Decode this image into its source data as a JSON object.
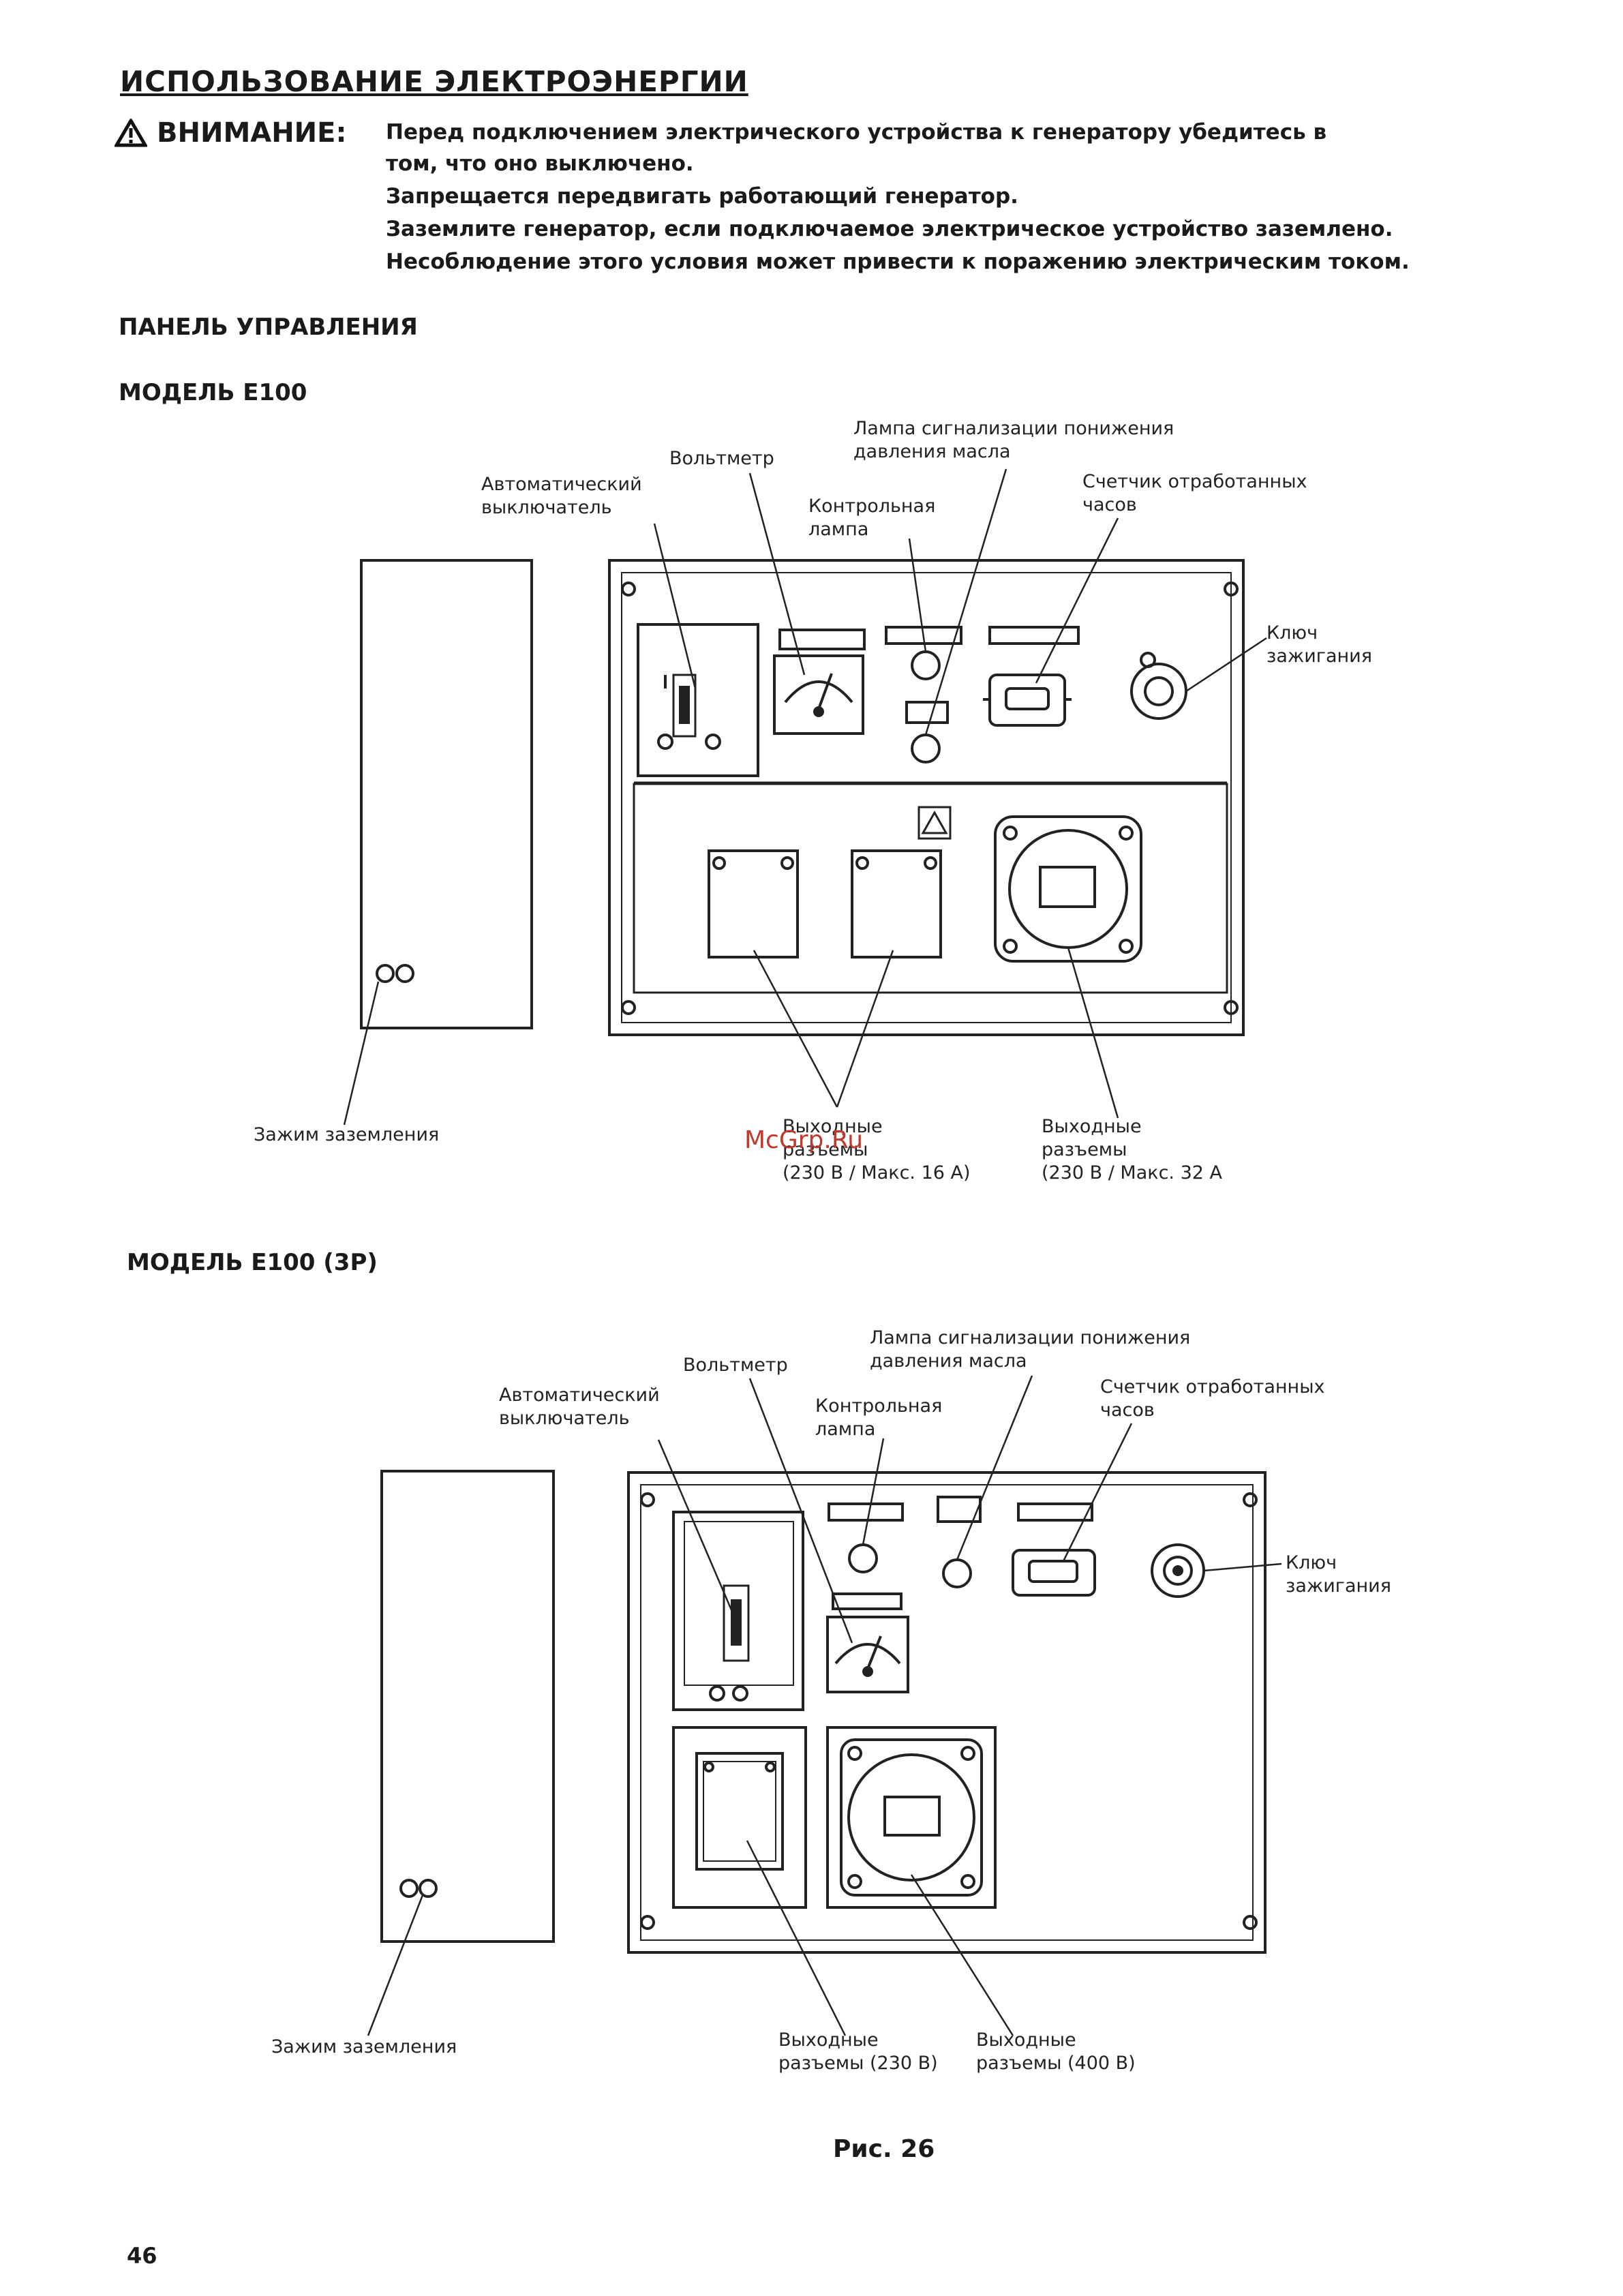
{
  "page_title": "ИСПОЛЬЗОВАНИЕ ЭЛЕКТРОЭНЕРГИИ",
  "warning": {
    "label": "ВНИМАНИЕ:",
    "lines": [
      "Перед подключением электрического устройства к генератору убедитесь в",
      "том, что оно выключено.",
      "Запрещается передвигать работающий генератор.",
      "Заземлите генератор, если подключаемое электрическое устройство заземлено.",
      "Несоблюдение этого условия может привести к поражению электрическим током."
    ]
  },
  "section_title": "ПАНЕЛЬ УПРАВЛЕНИЯ",
  "model1": {
    "title": "МОДЕЛЬ E100",
    "labels": {
      "breaker": [
        "Автоматический",
        "выключатель"
      ],
      "voltmeter": "Вольтметр",
      "control_lamp": [
        "Контрольная",
        "лампа"
      ],
      "oil_lamp": [
        "Лампа сигнализации понижения",
        "давления масла"
      ],
      "hour_meter": [
        "Счетчик отработанных",
        "часов"
      ],
      "ignition_key": [
        "Ключ",
        "зажигания"
      ],
      "ground": "Зажим заземления",
      "outlets_230": [
        "Выходные",
        "разъемы",
        "(230 В / Макс. 16 А)"
      ],
      "outlets_32": [
        "Выходные",
        "разъемы",
        "(230 В / Макс. 32 А"
      ]
    }
  },
  "model2": {
    "title": "МОДЕЛЬ E100 (3P)",
    "labels": {
      "breaker": [
        "Автоматический",
        "выключатель"
      ],
      "voltmeter": "Вольтметр",
      "control_lamp": [
        "Контрольная",
        "лампа"
      ],
      "oil_lamp": [
        "Лампа сигнализации понижения",
        "давления масла"
      ],
      "hour_meter": [
        "Счетчик отработанных",
        "часов"
      ],
      "ignition_key": [
        "Ключ",
        "зажигания"
      ],
      "ground": "Зажим заземления",
      "outlets_230": [
        "Выходные",
        "разъемы (230 В)"
      ],
      "outlets_400": [
        "Выходные",
        "разъемы (400 В)"
      ]
    }
  },
  "figure_caption": "Рис. 26",
  "page_number": "46",
  "watermark": "McGrp.Ru"
}
